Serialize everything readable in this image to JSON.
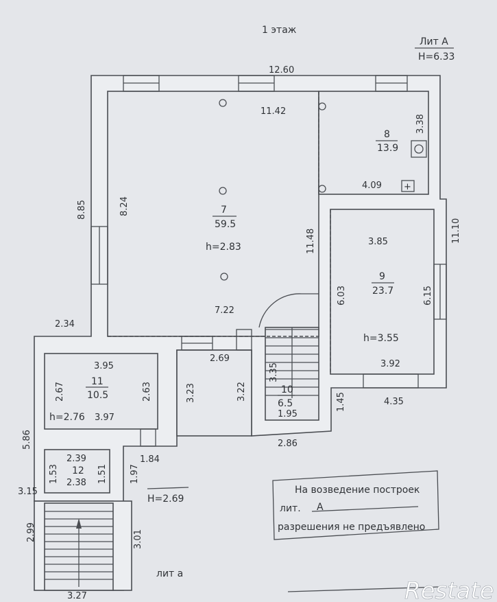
{
  "header": {
    "floor_title": "1 этаж",
    "lit": "Лит А",
    "height": "H=6.33"
  },
  "rooms": {
    "r7": {
      "number": "7",
      "area": "59.5",
      "height": "h=2.83"
    },
    "r8": {
      "number": "8",
      "area": "13.9"
    },
    "r9": {
      "number": "9",
      "area": "23.7",
      "height": "h=3.55"
    },
    "r10": {
      "number": "10",
      "area": "6.5"
    },
    "r11": {
      "number": "11",
      "area": "10.5",
      "height": "h=2.76"
    },
    "r12": {
      "number": "12"
    }
  },
  "dims": {
    "d1260": "12.60",
    "d1142": "11.42",
    "d338": "3.38",
    "d409": "4.09",
    "d885": "8.85",
    "d824": "8.24",
    "d1148": "11.48",
    "d1110": "11.10",
    "d385": "3.85",
    "d603": "6.03",
    "d615": "6.15",
    "d722": "7.22",
    "d234": "2.34",
    "d395": "3.95",
    "d269": "2.69",
    "d267": "2.67",
    "d263": "2.63",
    "d323": "3.23",
    "d322": "3.22",
    "d335": "3.35",
    "d392": "3.92",
    "d195": "1.95",
    "d435": "4.35",
    "d145": "1.45",
    "d397": "3.97",
    "d586": "5.86",
    "d286": "2.86",
    "d239": "2.39",
    "d238": "2.38",
    "d184": "1.84",
    "d153": "1.53",
    "d151": "1.51",
    "d197": "1.97",
    "d315": "3.15",
    "d299": "2.99",
    "d301": "3.01",
    "d327": "3.27"
  },
  "annex": {
    "height": "H=2.69",
    "lit": "лит а"
  },
  "notice": {
    "line1": "На возведение построек",
    "line2_prefix": "лит.",
    "line2_value": "А",
    "line3": "разрешения не предъявлено"
  },
  "watermark": {
    "logo": "Restate"
  }
}
